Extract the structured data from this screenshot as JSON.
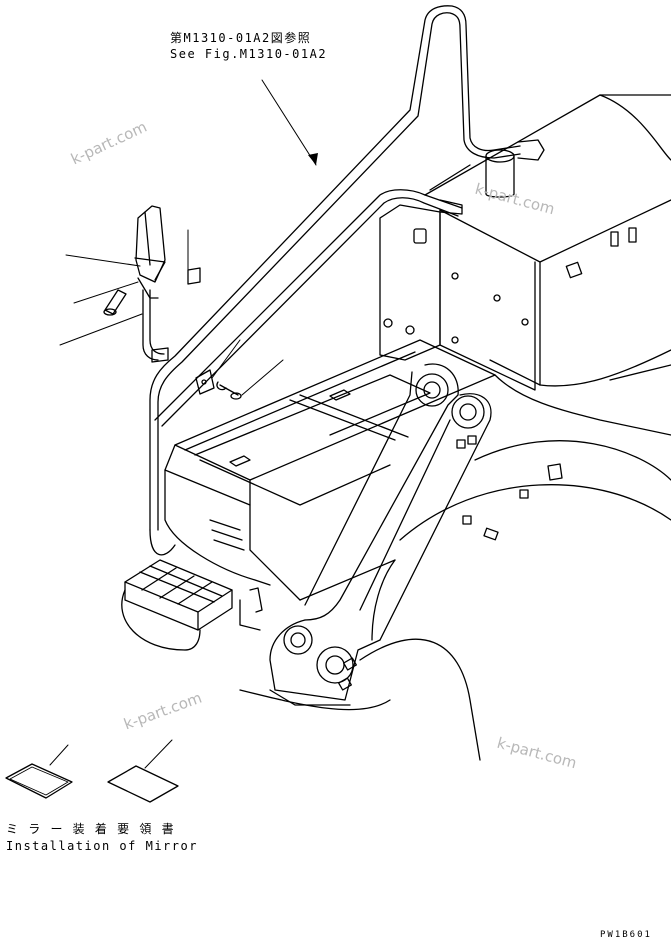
{
  "reference": {
    "jp": "第M1310-01A2図参照",
    "en": "See Fig.M1310-01A2"
  },
  "manual_note": {
    "jp": "ミ ラ ー 装 着 要 領 書",
    "en": "Installation of Mirror"
  },
  "drawing_code": "PW1B601",
  "watermarks": [
    "k-part.com",
    "k-part.com",
    "k-part.com",
    "k-part.com"
  ]
}
